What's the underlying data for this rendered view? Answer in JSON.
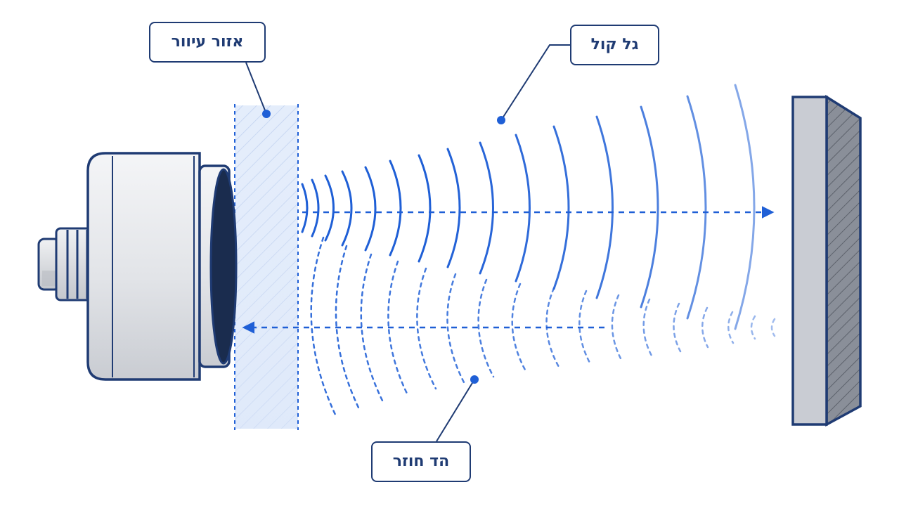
{
  "labels": {
    "dead_zone": "אזור עיוור",
    "sound_wave": "גל קול",
    "echo": "הד חוזר"
  },
  "colors": {
    "outline": "#1f3b73",
    "wave": "#1f5fd6",
    "dead_zone_fill": "#e4edfb",
    "sensor_body": "#e2e4e8",
    "sensor_face": "#1a2c4e",
    "target_face": "#c9ccd3",
    "target_side": "#8a8f99"
  },
  "icons": {
    "sensor": "ultrasonic-sensor-icon",
    "target": "target-surface-icon"
  }
}
